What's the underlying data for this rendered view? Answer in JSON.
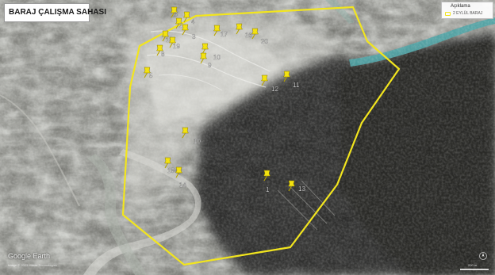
{
  "title": "BARAJ ÇALIŞMA SAHASI",
  "legend": {
    "heading": "Açıklama",
    "entries": [
      {
        "label": "2 EYLÜL BARAJ"
      }
    ]
  },
  "watermark": "Google Earth",
  "credit": "Image © 2023 Maxar Technologies",
  "scale_label": "200 m",
  "colors": {
    "boundary": "#f2e51e",
    "pin": "#f3e20f",
    "pin_label": "#ffffff",
    "river": "#4fa4a6"
  },
  "icons": {
    "pin": "yellow-pushpin-icon",
    "compass": "north-arrow-icon"
  },
  "markers": [
    {
      "label": "6"
    },
    {
      "label": "4"
    },
    {
      "label": "2"
    },
    {
      "label": "3"
    },
    {
      "label": "18"
    },
    {
      "label": "19"
    },
    {
      "label": "17"
    },
    {
      "label": "16"
    },
    {
      "label": "20"
    },
    {
      "label": "10"
    },
    {
      "label": "8"
    },
    {
      "label": "9"
    },
    {
      "label": "5"
    },
    {
      "label": "12"
    },
    {
      "label": "11"
    },
    {
      "label": "10"
    },
    {
      "label": "15"
    },
    {
      "label": "14"
    },
    {
      "label": "1"
    },
    {
      "label": "13"
    }
  ]
}
